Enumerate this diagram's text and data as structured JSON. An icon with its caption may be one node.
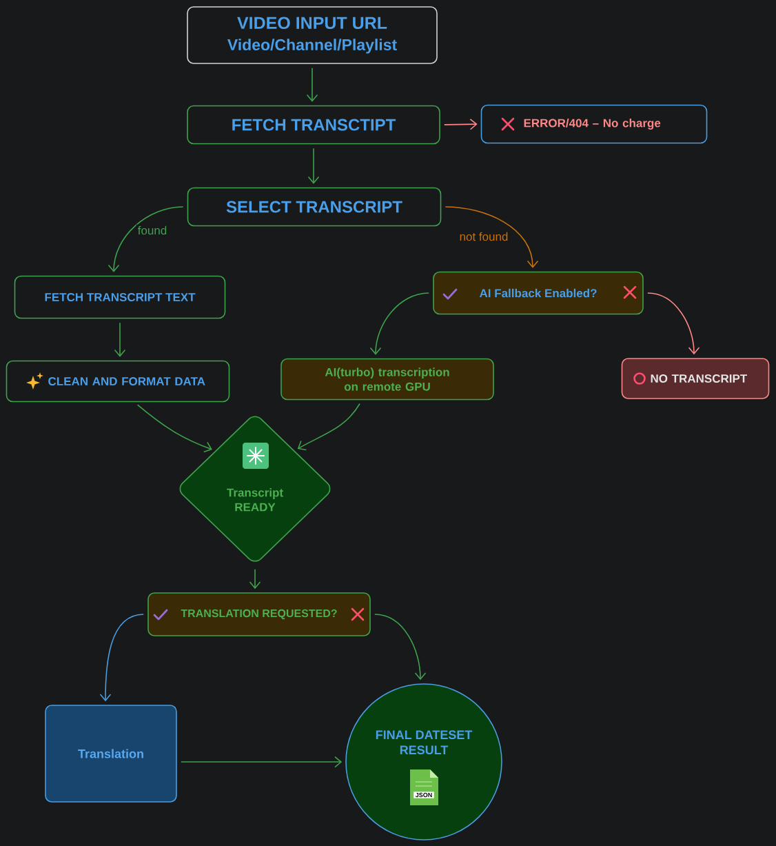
{
  "diagram": {
    "nodes": [
      {
        "text": [
          "VIDEO INPUT URL",
          "Video/Channel/Playlist"
        ]
      },
      {
        "text": [
          "FETCH TRANSCTIPT"
        ]
      },
      {
        "text": [
          "ERROR/404 – No charge"
        ]
      },
      {
        "text": [
          "SELECT TRANSCRIPT"
        ]
      },
      {
        "text": [
          "FETCH TRANSCRIPT TEXT"
        ]
      },
      {
        "text": [
          "AI Fallback Enabled?"
        ]
      },
      {
        "text": [
          "CLEAN AND FORMAT DATA"
        ]
      },
      {
        "text": [
          "AI(turbo) transcription on remote GPU"
        ]
      },
      {
        "text": [
          "NO TRANSCRIPT"
        ]
      },
      {
        "text": [
          "Transcript READY"
        ]
      },
      {
        "text": [
          "TRANSLATION REQUESTED?"
        ]
      },
      {
        "text": [
          "Translation"
        ]
      },
      {
        "text": [
          "FINAL DATESET RESULT",
          "JSON"
        ]
      }
    ],
    "edges": [
      {
        "from": 0,
        "to": 1,
        "arrow": "to"
      },
      {
        "from": 1,
        "to": 2,
        "arrow": "to",
        "color": "#ff8787"
      },
      {
        "from": 1,
        "to": 3,
        "arrow": "to"
      },
      {
        "from": 3,
        "to": 4,
        "arrow": "to",
        "label": "found"
      },
      {
        "from": 3,
        "to": 5,
        "arrow": "to",
        "label": "not found",
        "color": "#c8720e"
      },
      {
        "from": 4,
        "to": 6,
        "arrow": "to"
      },
      {
        "from": 5,
        "to": 7,
        "arrow": "to"
      },
      {
        "from": 5,
        "to": 8,
        "arrow": "to",
        "color": "#ff8787"
      },
      {
        "from": 6,
        "to": 9,
        "arrow": "to"
      },
      {
        "from": 7,
        "to": 9,
        "arrow": "to"
      },
      {
        "from": 9,
        "to": 10,
        "arrow": "to"
      },
      {
        "from": 10,
        "to": 11,
        "arrow": "to",
        "color": "#4a9de0"
      },
      {
        "from": 10,
        "to": 12,
        "arrow": "to"
      },
      {
        "from": 11,
        "to": 12,
        "arrow": "to"
      }
    ]
  }
}
